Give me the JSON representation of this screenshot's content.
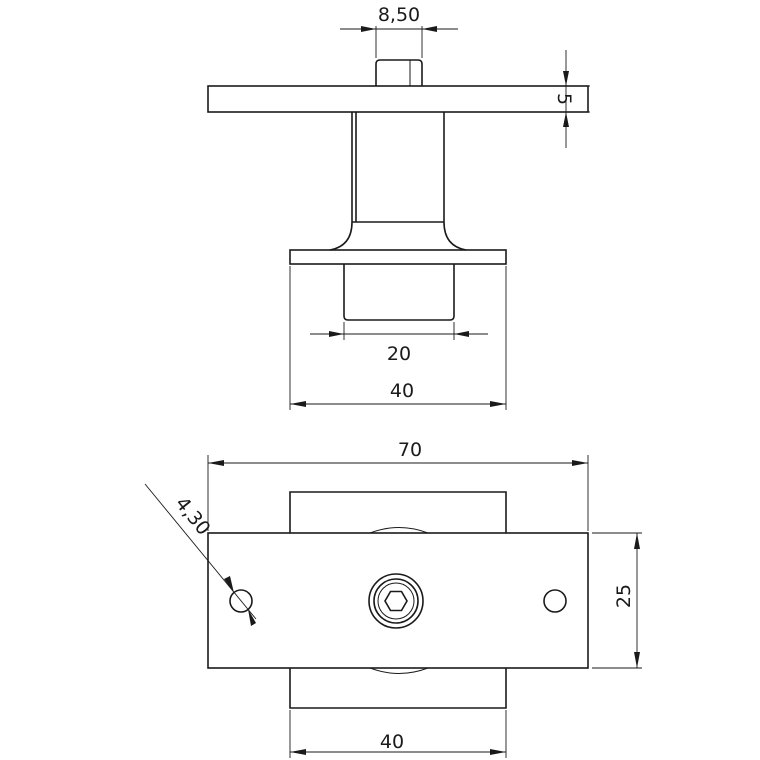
{
  "dimensions": {
    "pin_diameter": "8,50",
    "plate_thickness": "5",
    "spacer_width": "20",
    "base_width_front": "40",
    "plate_length": "70",
    "hole_diameter": "4,30",
    "plate_height": "25",
    "base_width_top": "40"
  }
}
